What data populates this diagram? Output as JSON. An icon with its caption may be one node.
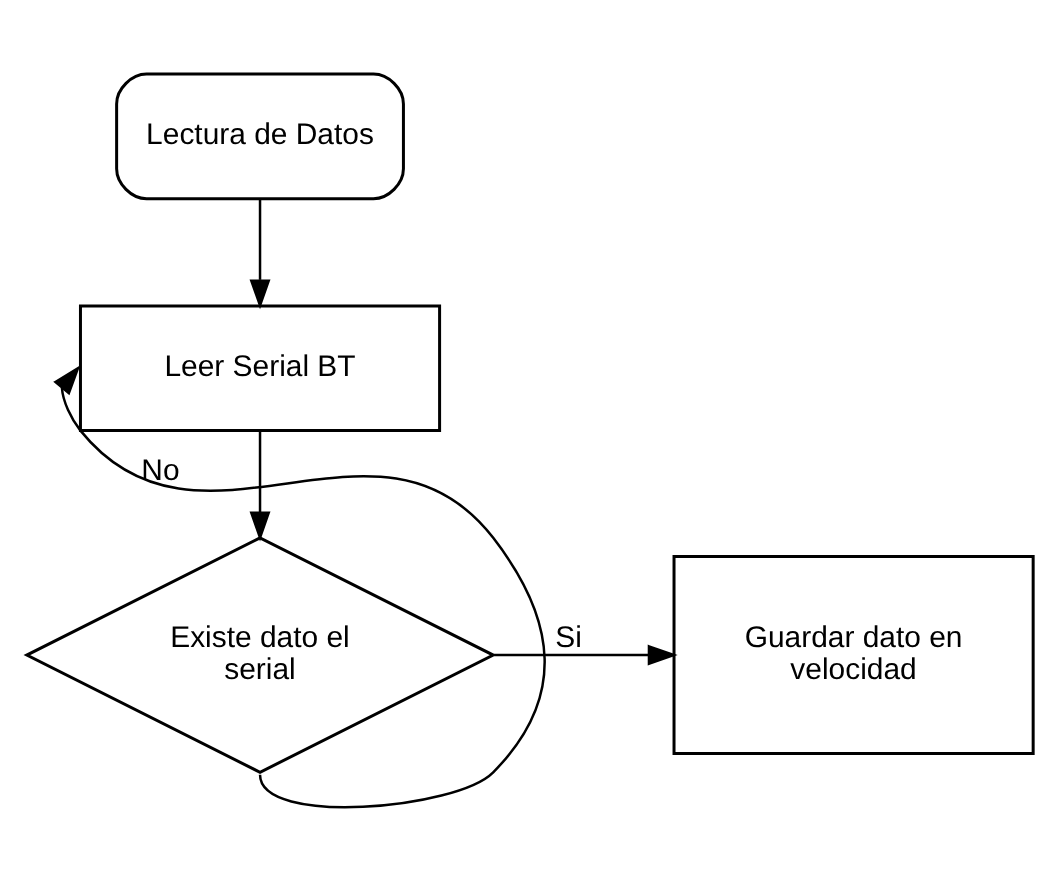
{
  "diagram": {
    "nodes": [
      {
        "text": [
          "Lectura de Datos"
        ]
      },
      {
        "text": [
          "Leer Serial BT"
        ]
      },
      {
        "text": [
          "Existe dato el serial"
        ]
      },
      {
        "text": [
          "Guardar dato en velocidad"
        ]
      }
    ],
    "edges": [
      {
        "from": 0,
        "to": 1,
        "arrow": "to"
      },
      {
        "from": 1,
        "to": 2,
        "arrow": "to"
      },
      {
        "from": 2,
        "to": 3,
        "arrow": "to",
        "label": "Si"
      },
      {
        "from": 2,
        "to": 1,
        "arrow": "to",
        "label": "No"
      }
    ]
  }
}
